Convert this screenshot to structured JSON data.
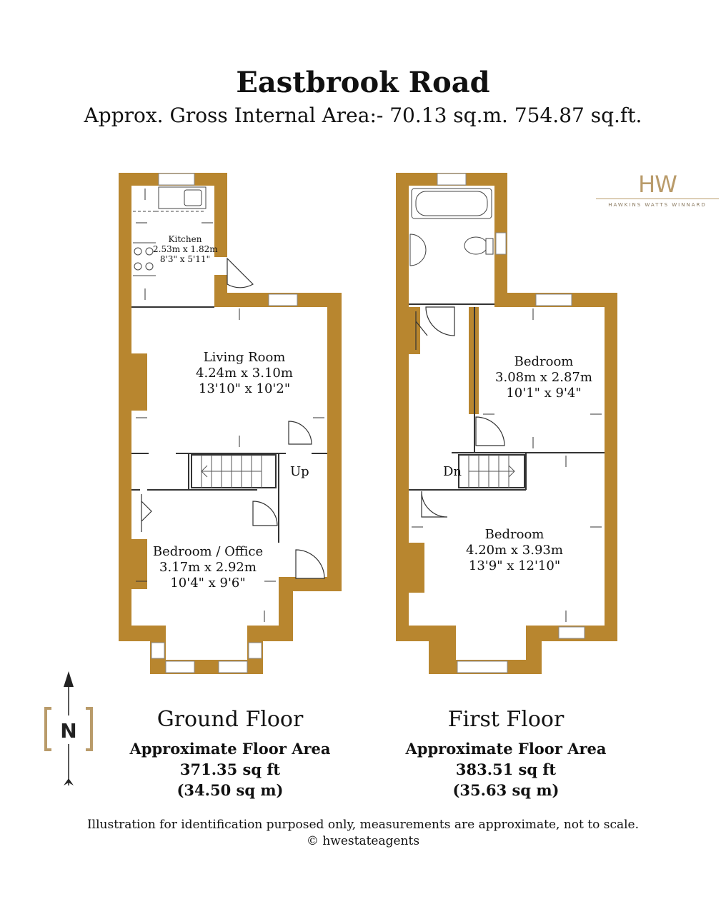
{
  "title": "Eastbrook Road",
  "subtitle": "Approx. Gross Internal Area:- 70.13 sq.m. 754.87 sq.ft.",
  "logo": {
    "mark": "HW",
    "text": "HAWKINS WATTS WINNARD"
  },
  "colors": {
    "wall": "#b8862f",
    "line": "#333333"
  },
  "compass": {
    "letter": "N"
  },
  "ground_floor": {
    "name": "Ground Floor",
    "area_label": "Approximate Floor Area",
    "area_sqft": "371.35 sq ft",
    "area_sqm": "(34.50 sq m)",
    "stairs_label": "Up",
    "rooms": {
      "kitchen": {
        "name": "Kitchen",
        "metric": "2.53m x 1.82m",
        "imperial": "8'3\" x 5'11\""
      },
      "living": {
        "name": "Living Room",
        "metric": "4.24m x 3.10m",
        "imperial": "13'10\" x 10'2\""
      },
      "bedroom_office": {
        "name": "Bedroom / Office",
        "metric": "3.17m x 2.92m",
        "imperial": "10'4\" x 9'6\""
      }
    }
  },
  "first_floor": {
    "name": "First Floor",
    "area_label": "Approximate Floor Area",
    "area_sqft": "383.51 sq ft",
    "area_sqm": "(35.63 sq m)",
    "stairs_label": "Dn",
    "rooms": {
      "bedroom_rear": {
        "name": "Bedroom",
        "metric": "3.08m x 2.87m",
        "imperial": "10'1\" x 9'4\""
      },
      "bedroom_front": {
        "name": "Bedroom",
        "metric": "4.20m x 3.93m",
        "imperial": "13'9\" x 12'10\""
      }
    }
  },
  "footer": {
    "disclaimer": "Illustration for identification purposed only, measurements are approximate, not to scale.",
    "copyright": "© hwestateagents"
  }
}
